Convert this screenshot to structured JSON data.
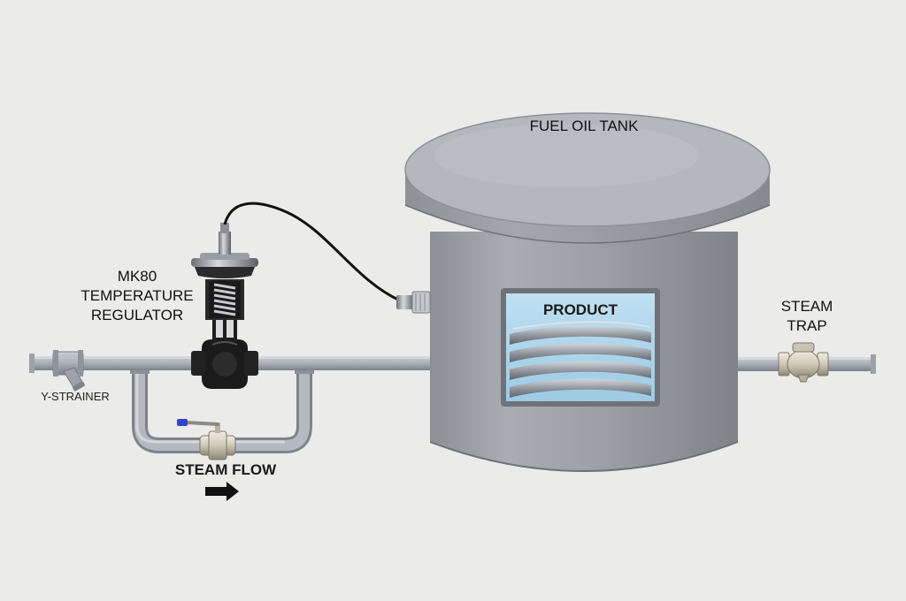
{
  "labels": {
    "tank": "FUEL OIL TANK",
    "product": "PRODUCT",
    "regulator_line1": "MK80",
    "regulator_line2": "TEMPERATURE",
    "regulator_line3": "REGULATOR",
    "steam_trap_line1": "STEAM",
    "steam_trap_line2": "TRAP",
    "strainer": "Y-STRAINER",
    "steam_flow": "STEAM FLOW"
  },
  "colors": {
    "background": "#ebebea",
    "pipe": "#a6aab3",
    "tank_body": "#9ea1a8",
    "tank_lid": "#b3b6bd",
    "product": "#a9d2e8",
    "valve_body": "#1b1b1b",
    "capillary": "#111111",
    "ball_valve": "#d8d3c6",
    "handle": "#3344cc"
  },
  "icons": {
    "flow_arrow": "arrow-right-icon",
    "y_strainer": "y-strainer-icon",
    "regulator_valve": "control-valve-icon",
    "ball_valve": "ball-valve-icon",
    "steam_trap": "steam-trap-icon",
    "sensor_bulb": "sensor-bulb-icon"
  }
}
